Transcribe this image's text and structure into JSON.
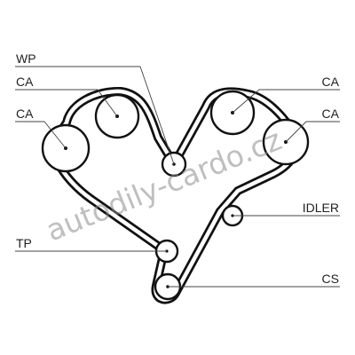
{
  "watermark": "autodily-cardo.cz",
  "components": [
    {
      "id": "wp",
      "label": "WP"
    },
    {
      "id": "ca-top-left",
      "label": "CA"
    },
    {
      "id": "ca-left",
      "label": "CA"
    },
    {
      "id": "ca-top-right",
      "label": "CA"
    },
    {
      "id": "ca-right",
      "label": "CA"
    },
    {
      "id": "idler",
      "label": "IDLER"
    },
    {
      "id": "tp",
      "label": "TP"
    },
    {
      "id": "cs",
      "label": "CS"
    }
  ],
  "colors": {
    "belt": "#111111",
    "watermark": "#8a8a8a",
    "text": "#222222"
  }
}
